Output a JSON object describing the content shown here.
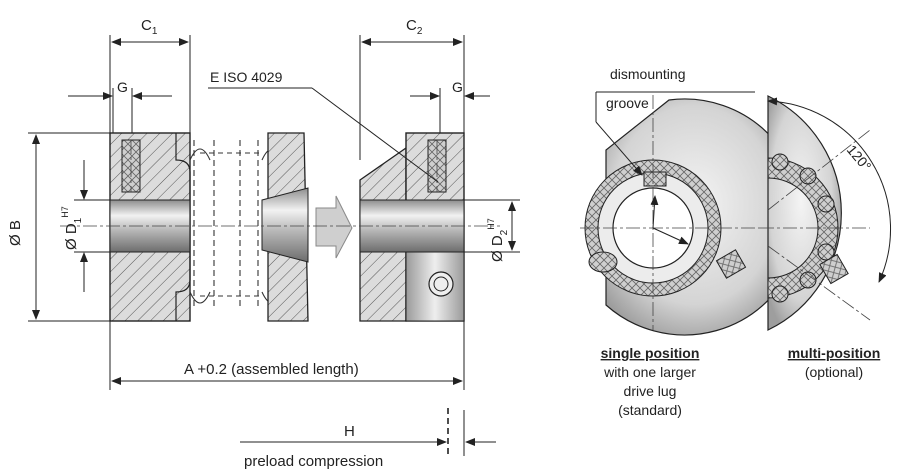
{
  "labels": {
    "c1": "C",
    "c1_sub": "1",
    "c2": "C",
    "c2_sub": "2",
    "g_left": "G",
    "g_right": "G",
    "e_iso": "E ISO  4029",
    "dia_b": "Ø B",
    "dia_d1": "Ø D",
    "d1_sub": "1",
    "d1_sup": "H7",
    "dia_d2": "Ø D",
    "d2_sub": "2",
    "d2_sup": "H7",
    "a_length": "A +0.2 (assembled length)",
    "h": "H",
    "preload": "preload compression",
    "dismounting": "dismounting",
    "groove": "groove",
    "angle": "120°"
  },
  "captions": {
    "single": {
      "title": "single position",
      "line1": "with one larger",
      "line2": "drive lug",
      "line3": "(standard)"
    },
    "multi": {
      "title": "multi-position",
      "line1": "(optional)"
    }
  }
}
